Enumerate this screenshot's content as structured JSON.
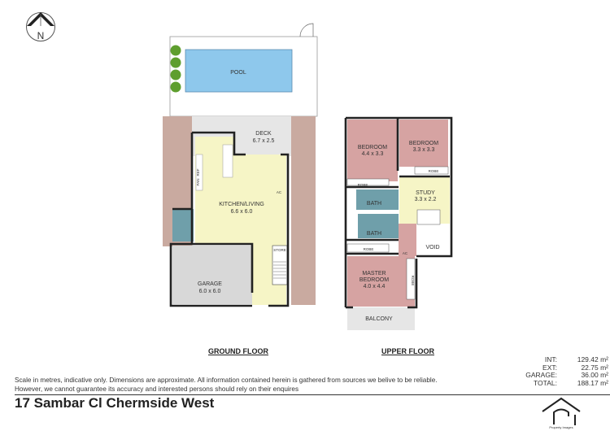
{
  "compass": {
    "label": "N"
  },
  "ground_floor": {
    "title": "GROUND FLOOR",
    "rooms": {
      "pool": "POOL",
      "deck": "DECK",
      "deck_dim": "6.7 x 2.5",
      "kitchen": "KITCHEN/LIVING",
      "kitchen_dim": "6.6 x 6.0",
      "garage": "GARAGE",
      "garage_dim": "6.0 x 6.0",
      "ref": "REF",
      "pan": "PAN",
      "ac": "AC",
      "store": "STORE"
    }
  },
  "upper_floor": {
    "title": "UPPER FLOOR",
    "rooms": {
      "bedroom1": "BEDROOM",
      "bedroom1_dim": "4.4 x 3.3",
      "bedroom2": "BEDROOM",
      "bedroom2_dim": "3.3 x 3.3",
      "robe": "ROBE",
      "study": "STUDY",
      "study_dim": "3.3 x 2.2",
      "bath": "BATH",
      "void": "VOID",
      "ac": "AC",
      "master": "MASTER",
      "master2": "BEDROOM",
      "master_dim": "4.0 x 4.4",
      "balcony": "BALCONY"
    }
  },
  "disclaimer": "Scale in metres, indicative only. Dimensions are approximate. All information contained herein is gathered from sources we belive to be reliable. However, we cannot guarantee its accuracy and interested persons should rely on their enquires",
  "address": "17 Sambar Cl Chermside West",
  "areas": [
    {
      "label": "INT:",
      "value": "129.42 m²"
    },
    {
      "label": "EXT:",
      "value": "22.75 m²"
    },
    {
      "label": "GARAGE:",
      "value": "36.00 m²"
    },
    {
      "label": "TOTAL:",
      "value": "188.17 m²"
    }
  ],
  "logo": {
    "text": "Property Images"
  },
  "colors": {
    "bedroom": "#d6a3a2",
    "living": "#f6f5c6",
    "bath": "#6f9faa",
    "pool": "#8ec8ec",
    "garage": "#d8d8d8",
    "side": "#c9aaa0"
  }
}
